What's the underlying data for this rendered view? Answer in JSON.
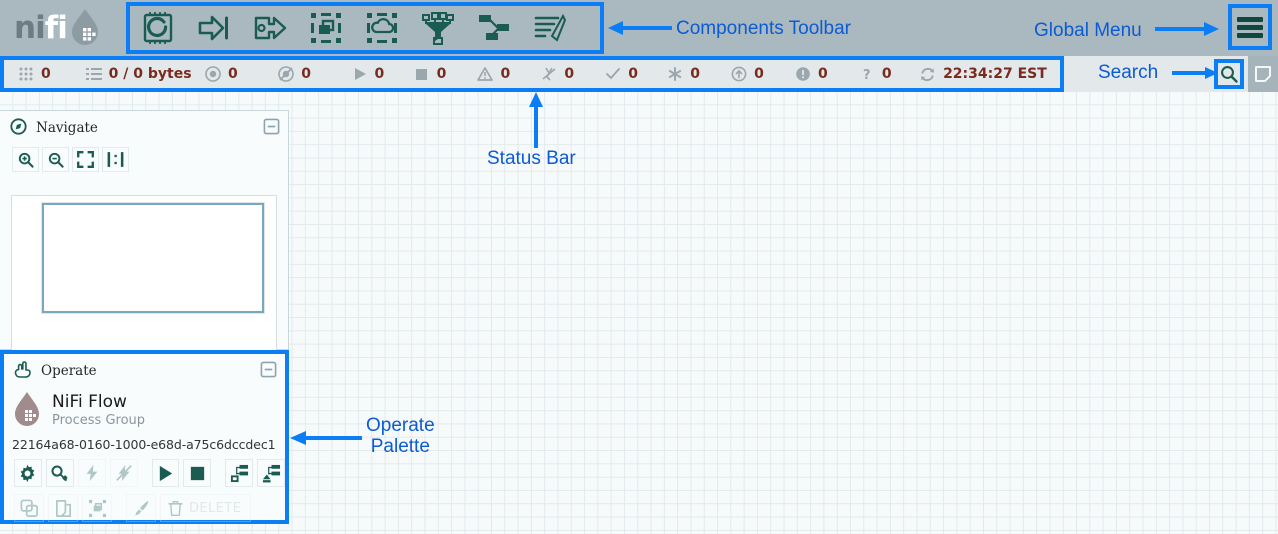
{
  "app": {
    "logo_text_part1": "ni",
    "logo_text_part2": "fi"
  },
  "header": {
    "components_toolbar": {
      "items": [
        {
          "name": "processor",
          "title": "Processor"
        },
        {
          "name": "input-port",
          "title": "Input Port"
        },
        {
          "name": "output-port",
          "title": "Output Port"
        },
        {
          "name": "process-group",
          "title": "Process Group"
        },
        {
          "name": "remote-process-group",
          "title": "Remote Process Group"
        },
        {
          "name": "funnel",
          "title": "Funnel"
        },
        {
          "name": "template",
          "title": "Template"
        },
        {
          "name": "label",
          "title": "Label"
        }
      ]
    },
    "global_menu": {
      "name": "global-menu",
      "title": "Global Menu"
    }
  },
  "status_bar": {
    "items": [
      {
        "icon": "active-threads-icon",
        "value": "0"
      },
      {
        "icon": "queued-icon",
        "value": "0 / 0 bytes"
      },
      {
        "icon": "transmitting-icon",
        "value": "0"
      },
      {
        "icon": "not-transmitting-icon",
        "value": "0"
      },
      {
        "icon": "running-icon",
        "value": "0"
      },
      {
        "icon": "stopped-icon",
        "value": "0"
      },
      {
        "icon": "invalid-icon",
        "value": "0"
      },
      {
        "icon": "disabled-icon",
        "value": "0"
      },
      {
        "icon": "up-to-date-icon",
        "value": "0"
      },
      {
        "icon": "locally-modified-icon",
        "value": "0"
      },
      {
        "icon": "stale-icon",
        "value": "0"
      },
      {
        "icon": "sync-failure-icon",
        "value": "0"
      },
      {
        "icon": "unknown-version-icon",
        "value": "0"
      },
      {
        "icon": "refresh-icon",
        "value": "22:34:27 EST"
      }
    ],
    "search": {
      "name": "search-icon",
      "title": "Search"
    },
    "notes": {
      "name": "notes-icon",
      "title": "Notes"
    }
  },
  "navigate": {
    "title": "Navigate",
    "icon": "navigate-icon",
    "collapse": "collapse-icon",
    "tools": [
      {
        "name": "zoom-in-icon",
        "title": "Zoom In"
      },
      {
        "name": "zoom-out-icon",
        "title": "Zoom Out"
      },
      {
        "name": "zoom-fit-icon",
        "title": "Fit Screen"
      },
      {
        "name": "zoom-actual-icon",
        "title": "Actual Size"
      }
    ]
  },
  "operate": {
    "title": "Operate",
    "icon": "operate-hand-icon",
    "collapse": "collapse-icon",
    "component_name": "NiFi Flow",
    "component_type": "Process Group",
    "component_id": "22164a68-0160-1000-e68d-a75c6dccdec1",
    "buttons_row1": [
      {
        "name": "configure-button",
        "icon": "gear-icon",
        "disabled": false
      },
      {
        "name": "view-details-button",
        "icon": "magnifier-key-icon",
        "disabled": false
      },
      {
        "name": "enable-button",
        "icon": "bolt-icon",
        "disabled": true
      },
      {
        "name": "disable-button",
        "icon": "bolt-slash-icon",
        "disabled": true
      },
      {
        "name": "start-button",
        "icon": "play-icon",
        "disabled": false
      },
      {
        "name": "stop-button",
        "icon": "stop-icon",
        "disabled": false
      },
      {
        "name": "create-template-button",
        "icon": "template-save-icon",
        "disabled": false
      },
      {
        "name": "upload-template-button",
        "icon": "template-upload-icon",
        "disabled": false
      }
    ],
    "buttons_row2": [
      {
        "name": "copy-button",
        "icon": "copy-icon",
        "disabled": true
      },
      {
        "name": "paste-button",
        "icon": "paste-icon",
        "disabled": true
      },
      {
        "name": "group-button",
        "icon": "group-icon",
        "disabled": true
      },
      {
        "name": "color-button",
        "icon": "paint-brush-icon",
        "disabled": true
      },
      {
        "name": "delete-button",
        "icon": "trash-icon",
        "label": "DELETE",
        "disabled": true
      }
    ]
  },
  "annotations": {
    "components_toolbar": "Components Toolbar",
    "global_menu": "Global Menu",
    "search": "Search",
    "status_bar": "Status Bar",
    "operate_palette_line1": "Operate",
    "operate_palette_line2": "Palette"
  },
  "colors": {
    "annotation": "#0b5bd3",
    "highlight_box": "#0b7ef5",
    "header_bg": "#aab9bf",
    "status_bg": "#e3e8ea",
    "icon_teal": "#1a5c52",
    "stat_value": "#7a2b1f"
  }
}
